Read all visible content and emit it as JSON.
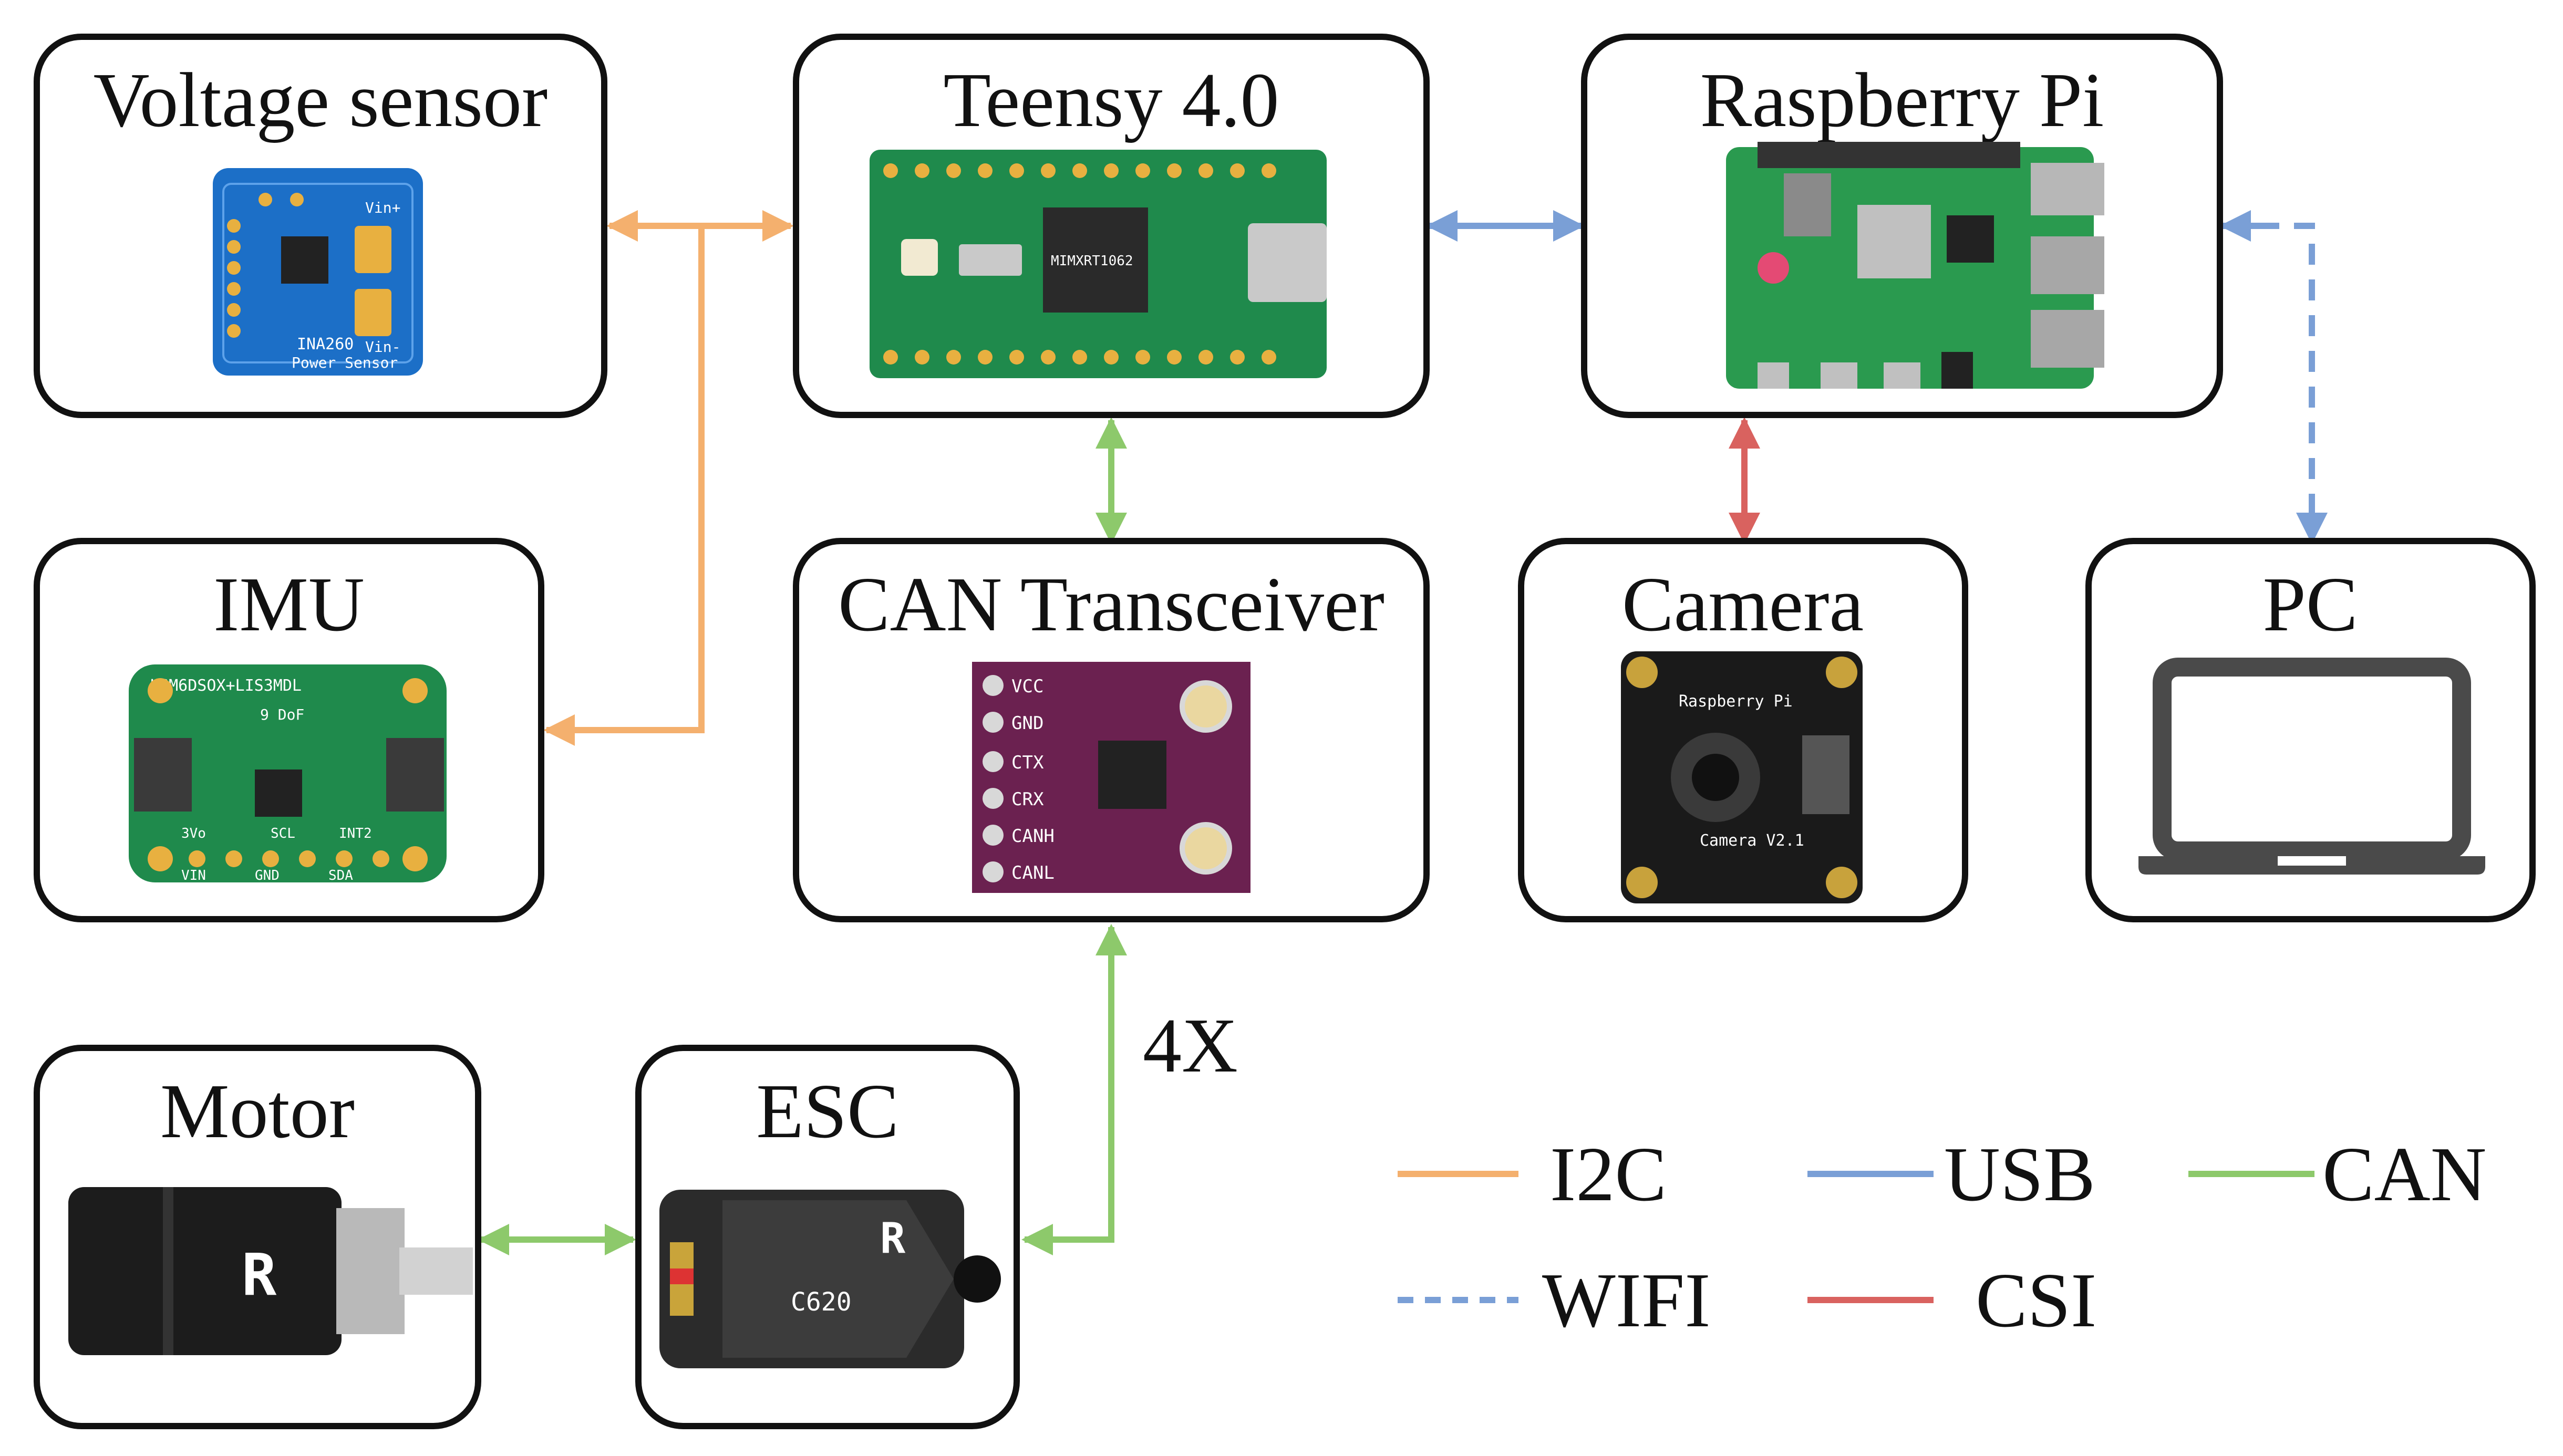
{
  "nodes": {
    "voltage_sensor": {
      "title": "Voltage sensor"
    },
    "teensy": {
      "title": "Teensy 4.0"
    },
    "raspberry_pi": {
      "title": "Raspberry Pi"
    },
    "imu": {
      "title": "IMU"
    },
    "can_transceiver": {
      "title": "CAN Transceiver"
    },
    "camera": {
      "title": "Camera"
    },
    "pc": {
      "title": "PC"
    },
    "motor": {
      "title": "Motor"
    },
    "esc": {
      "title": "ESC"
    }
  },
  "edge_note": "4X",
  "legend": [
    {
      "label": "I2C",
      "color": "#f4b06e",
      "style": "solid"
    },
    {
      "label": "USB",
      "color": "#7a9fd6",
      "style": "solid"
    },
    {
      "label": "CAN",
      "color": "#8dc96b",
      "style": "solid"
    },
    {
      "label": "WIFI",
      "color": "#7a9fd6",
      "style": "dashed"
    },
    {
      "label": "CSI",
      "color": "#d9625f",
      "style": "solid"
    }
  ],
  "colors": {
    "i2c": "#f4b06e",
    "usb": "#7a9fd6",
    "can": "#8dc96b",
    "wifi": "#7a9fd6",
    "csi": "#d9625f",
    "box_border": "#111111",
    "pcb_blue": "#1c6fc7",
    "pcb_green": "#1f8a4c",
    "pcb_purple": "#6b2150",
    "camera_black": "#1a1a1a",
    "laptop_gray": "#4a4a4a"
  },
  "icons": {
    "voltage_sensor": "ina260-board-icon",
    "teensy": "teensy-board-icon",
    "raspberry_pi": "raspberry-pi-board-icon",
    "imu": "imu-board-icon",
    "can_transceiver": "can-transceiver-board-icon",
    "camera": "camera-module-icon",
    "pc": "laptop-icon",
    "motor": "motor-icon",
    "esc": "esc-icon"
  },
  "board_labels": {
    "voltage_sensor": [
      "INA260",
      "Power Sensor",
      "Vin+",
      "Vin-"
    ],
    "imu": [
      "LSM6DSOX+LIS3MDL",
      "9 DoF",
      "3Vo",
      "SCL",
      "INT2",
      "VIN",
      "GND",
      "SDA"
    ],
    "can_transceiver": [
      "VCC",
      "GND",
      "CTX",
      "CRX",
      "CANH",
      "CANL"
    ],
    "camera": [
      "Raspberry Pi",
      "Camera V2.1"
    ],
    "teensy_chip": "MIMXRT1062",
    "esc": "C620",
    "brand": "R"
  }
}
